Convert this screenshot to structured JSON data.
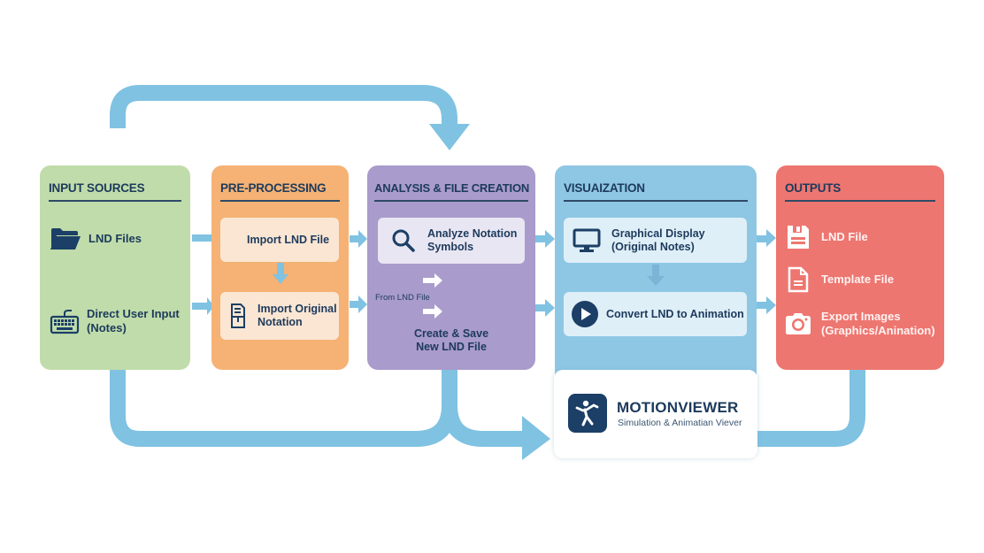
{
  "colors": {
    "flow_arrow": "#80c2e2",
    "input_panel": "#c0dcaa",
    "preprocessing_panel": "#f5b274",
    "analysis_panel": "#a99bcb",
    "visualization_panel": "#8ec7e4",
    "outputs_panel": "#ee7670",
    "text_dark": "#1d3a5c"
  },
  "panels": {
    "input": {
      "title": "INPUT SOURCES",
      "items": [
        {
          "icon": "folder-icon",
          "label": "LND Files"
        },
        {
          "icon": "keyboard-icon",
          "label_line1": "Direct User Input",
          "label_line2": "(Notes)"
        }
      ]
    },
    "preprocessing": {
      "title": "PRE-PROCESSING",
      "items": [
        {
          "label": "Import LND File"
        },
        {
          "icon": "document-icon",
          "label_line1": "Import Original",
          "label_line2": "Notation"
        }
      ]
    },
    "analysis": {
      "title": "ANALYSIS & FILE CREATION",
      "items": [
        {
          "icon": "search-icon",
          "label_line1": "Analyze Notation",
          "label_line2": "Symbols"
        }
      ],
      "from_label": "From LND File",
      "create_line1": "Create & Save",
      "create_line2": "New LND File"
    },
    "visualization": {
      "title": "VISUAIZATION",
      "items": [
        {
          "icon": "monitor-icon",
          "label_line1": "Graphical Display",
          "label_line2": "(Original Notes)"
        },
        {
          "icon": "play-icon",
          "label": "Convert LND to Animation"
        }
      ]
    },
    "outputs": {
      "title": "OUTPUTS",
      "items": [
        {
          "icon": "save-icon",
          "label": "LND File"
        },
        {
          "icon": "file-icon",
          "label": "Template File"
        },
        {
          "icon": "camera-icon",
          "label_line1": "Export Images",
          "label_line2": "(Graphics/Anination)"
        }
      ]
    }
  },
  "motionviewer": {
    "icon": "figure-icon",
    "title": "MOTIONVIEWER",
    "subtitle": "Simulation & Animatian Viever"
  }
}
